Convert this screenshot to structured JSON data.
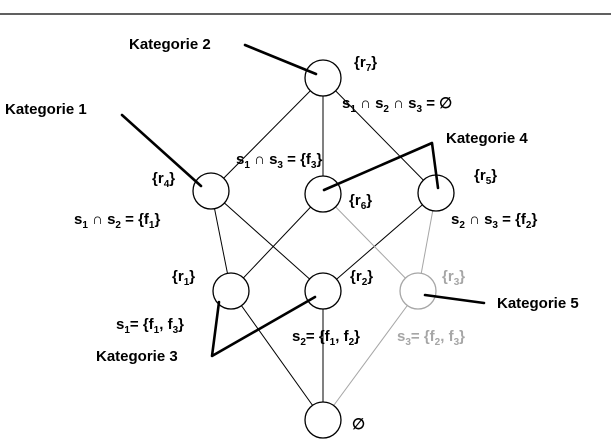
{
  "nodes": {
    "top": {
      "set": "{r7}",
      "formula": "s1 ∩ s2 ∩ s3 = ∅"
    },
    "left": {
      "set": "{r4}",
      "formula": "s1 ∩ s2 = {f1}"
    },
    "center": {
      "set": "{r6}",
      "formula": "s1 ∩ s3 = {f3}"
    },
    "right": {
      "set": "{r5}",
      "formula": "s2 ∩ s3 = {f2}"
    },
    "r1": {
      "set": "{r1}",
      "formula": "s1= {f1, f3}"
    },
    "r2": {
      "set": "{r2}",
      "formula": "s2= {f1, f2}"
    },
    "r3": {
      "set": "{r3}",
      "formula": "s3= {f2, f3}"
    },
    "bottom": {
      "set": "∅"
    }
  },
  "categories": {
    "k1": "Kategorie 1",
    "k2": "Kategorie 2",
    "k3": "Kategorie 3",
    "k4": "Kategorie 4",
    "k5": "Kategorie 5"
  },
  "colors": {
    "line": "#000000",
    "gray": "#a6a6a6"
  }
}
